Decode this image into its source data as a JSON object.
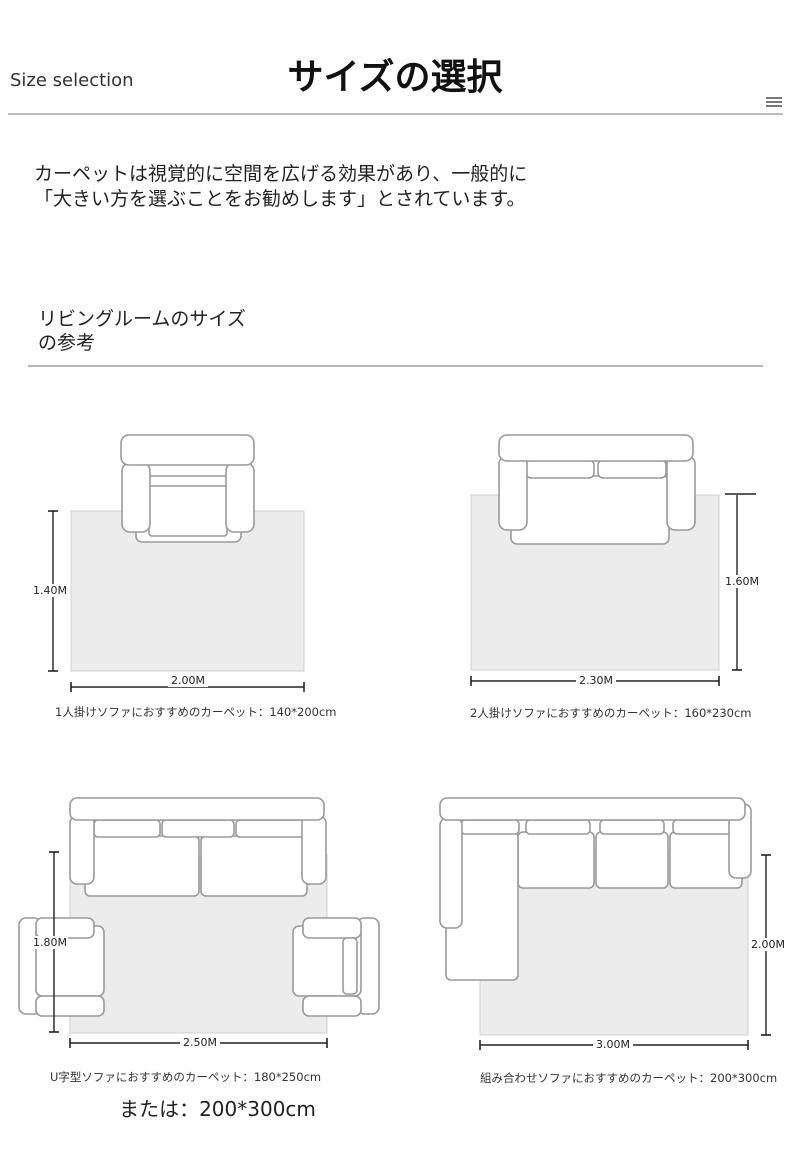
{
  "header": {
    "title_en": "Size selection",
    "title_jp": "サイズの選択"
  },
  "intro": {
    "line1": "カーペットは視覚的に空間を広げる効果があり、一般的に",
    "line2": "「大きい方を選ぶことをお勧めします」とされています。"
  },
  "section": {
    "line1": "リビングルームのサイズ",
    "line2": "の参考"
  },
  "diagrams": [
    {
      "width_label": "2.00M",
      "height_label": "1.40M",
      "caption": "1人掛けソファにおすすめのカーペット：140*200cm"
    },
    {
      "width_label": "2.30M",
      "height_label": "1.60M",
      "caption": "2人掛けソファにおすすめのカーペット：160*230cm"
    },
    {
      "width_label": "2.50M",
      "height_label": "1.80M",
      "caption": "U字型ソファにおすすめのカーペット：180*250cm"
    },
    {
      "width_label": "3.00M",
      "height_label": "2.00M",
      "caption": "組み合わせソファにおすすめのカーペット：200*300cm"
    }
  ],
  "alternative": "または：200*300cm",
  "colors": {
    "rug_fill": "#ececec",
    "sofa_stroke": "#999999",
    "dimension_line": "#222222"
  }
}
